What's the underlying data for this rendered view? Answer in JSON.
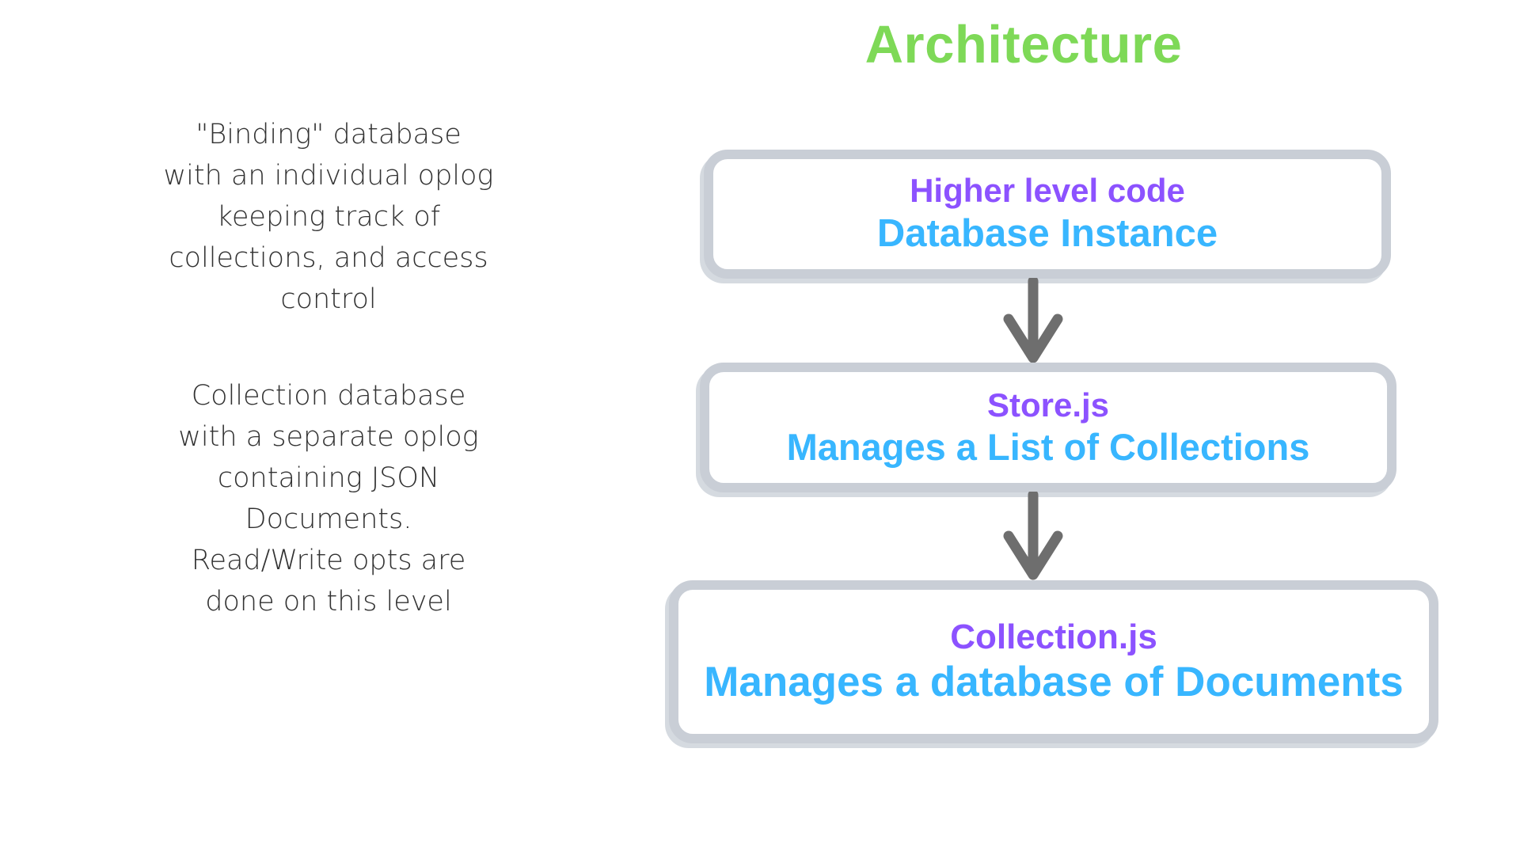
{
  "theme": {
    "title-green": "#7ED957",
    "heading-purple": "#8C52FF",
    "subheading-blue": "#38B6FF",
    "box-border": "#C9CED6",
    "box-shadow": "#D5DAE0",
    "arrow-gray": "#6E6E6E",
    "body-text": "#323232",
    "background": "#FFFFFF"
  },
  "title": "Architecture",
  "notes": {
    "para1": "\"Binding\" database\nwith an individual oplog\nkeeping track of\ncollections, and access\ncontrol",
    "para2": "Collection database\nwith a separate oplog\ncontaining JSON\nDocuments.\nRead/Write opts are\ndone on this level"
  },
  "diagram": {
    "boxes": [
      {
        "heading": "Higher level code",
        "subheading": "Database Instance"
      },
      {
        "heading": "Store.js",
        "subheading": "Manages a List of Collections"
      },
      {
        "heading": "Collection.js",
        "subheading": "Manages a database of Documents"
      }
    ]
  }
}
